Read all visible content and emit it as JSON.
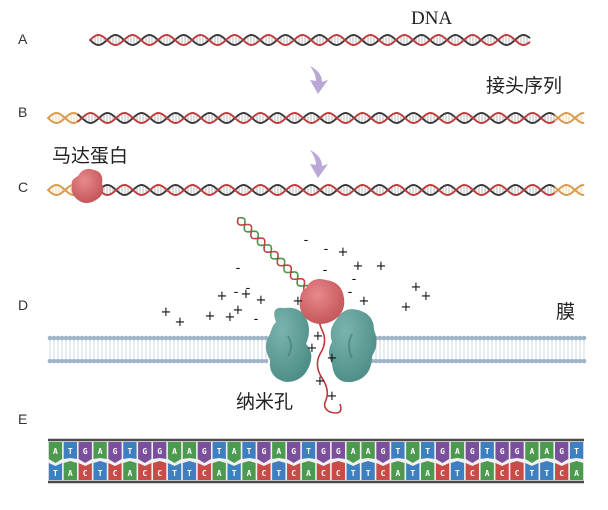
{
  "rows": {
    "A": {
      "letter": "A"
    },
    "B": {
      "letter": "B"
    },
    "C": {
      "letter": "C"
    },
    "D": {
      "letter": "D"
    },
    "E": {
      "letter": "E"
    }
  },
  "labels": {
    "dna": "DNA",
    "adapter": "接头序列",
    "motor_protein": "马达蛋白",
    "membrane": "膜",
    "nanopore": "纳米孔"
  },
  "charges": {
    "negative": "-",
    "positive": "+"
  },
  "bases": {
    "top": [
      "A",
      "T",
      "G",
      "A",
      "G",
      "T",
      "G",
      "G",
      "A",
      "A",
      "G",
      "T",
      "A",
      "T",
      "G",
      "A",
      "G",
      "T",
      "G",
      "G",
      "A",
      "A",
      "G",
      "T",
      "A",
      "T",
      "G",
      "A",
      "G",
      "T",
      "G",
      "G",
      "A",
      "A",
      "G",
      "T"
    ],
    "bottom": [
      "T",
      "A",
      "C",
      "T",
      "C",
      "A",
      "C",
      "C",
      "T",
      "T",
      "C",
      "A",
      "T",
      "A",
      "C",
      "T",
      "C",
      "A",
      "C",
      "C",
      "T",
      "T",
      "C",
      "A",
      "T",
      "A",
      "C",
      "T",
      "C",
      "A",
      "C",
      "C",
      "T",
      "T",
      "C",
      "A"
    ]
  },
  "colors": {
    "backbone_dark": "#3a3a3a",
    "backbone_red": "#c0393b",
    "adapter": "#d89a4a",
    "arrow": "#b9a8d6",
    "motor": "#d46a6e",
    "pore": "#5f9e98",
    "membrane_head": "#9fb3c8",
    "base_A": "#4b9a4f",
    "base_T": "#3e7fc1",
    "base_G": "#7a4f9c",
    "base_C": "#c94b47"
  }
}
